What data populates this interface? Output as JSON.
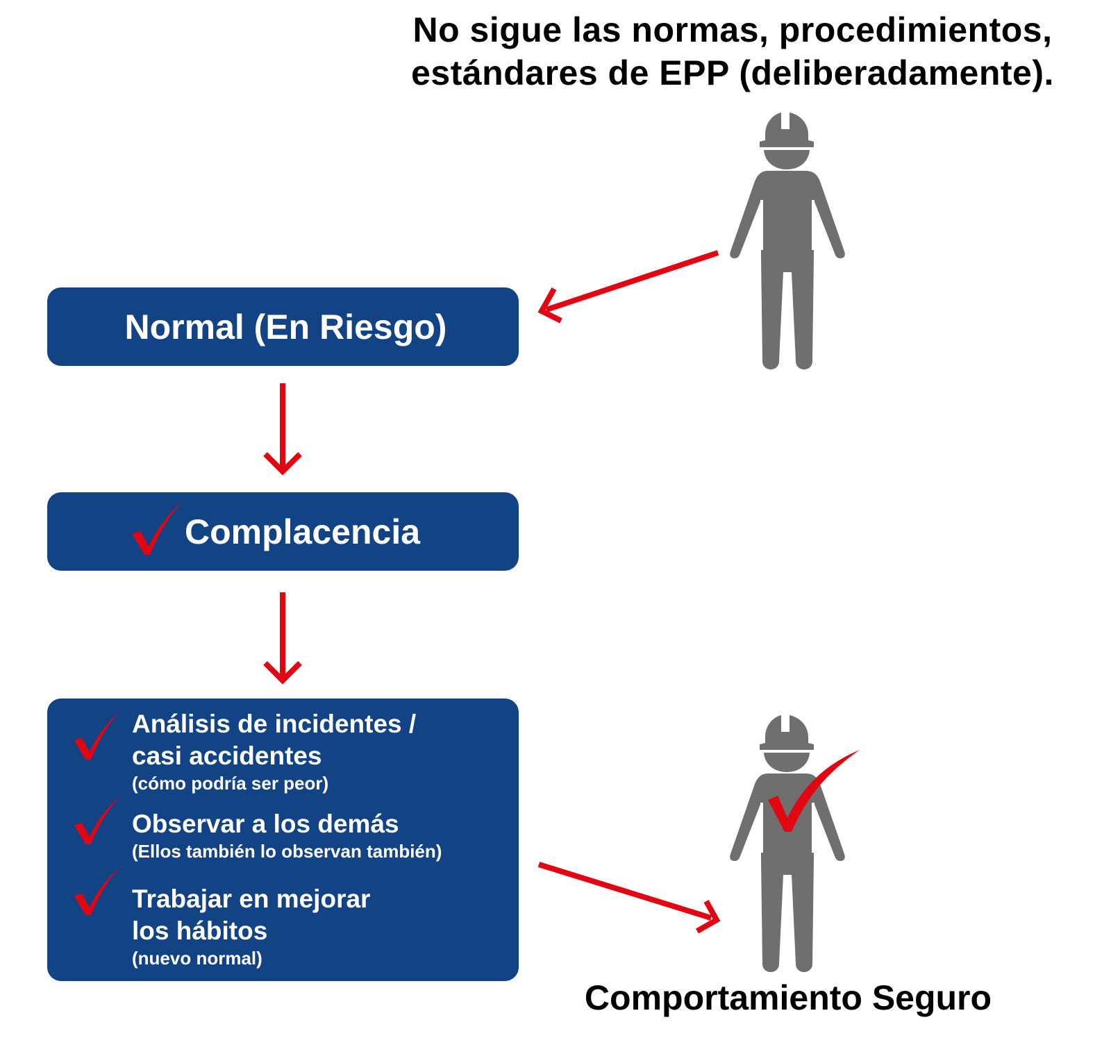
{
  "title": {
    "line1": "No sigue las normas, procedimientos,",
    "line2": "estándares de EPP (deliberadamente)."
  },
  "boxes": {
    "normal": "Normal (En Riesgo)",
    "complacencia": "Complacencia"
  },
  "list": [
    {
      "main1": "Análisis de incidentes /",
      "main2": "casi accidentes",
      "sub": "(cómo podría ser peor)"
    },
    {
      "main1": "Observar a los demás",
      "sub": "(Ellos también lo observan también)"
    },
    {
      "main1": "Trabajar en mejorar",
      "main2": "los hábitos",
      "sub": "(nuevo normal)"
    }
  ],
  "footer": "Comportamiento Seguro",
  "colors": {
    "box": "#124384",
    "arrow": "#e20613",
    "worker": "#6f6f6f"
  },
  "icons": [
    "worker-icon",
    "hard-hat-icon",
    "check-icon",
    "arrow-icon"
  ]
}
